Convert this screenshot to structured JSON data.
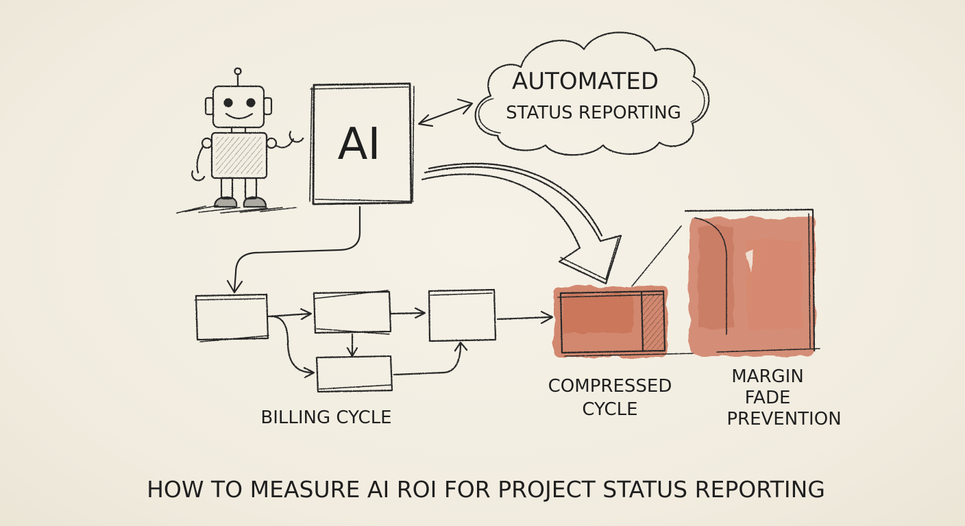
{
  "ai_box_label": "AI",
  "cloud": {
    "line1": "AUTOMATED",
    "line2": "STATUS REPORTING"
  },
  "billing_label": "BILLING CYCLE",
  "compressed_label": {
    "line1": "COMPRESSED",
    "line2": "CYCLE"
  },
  "margin_label": {
    "line1": "MARGIN",
    "line2": "FADE",
    "line3": "PREVENTION"
  },
  "title": "HOW TO MEASURE AI ROI FOR PROJECT STATUS REPORTING",
  "colors": {
    "ink": "#262626",
    "paper": "#f3efe4",
    "watercolor": "#c96a4e"
  }
}
